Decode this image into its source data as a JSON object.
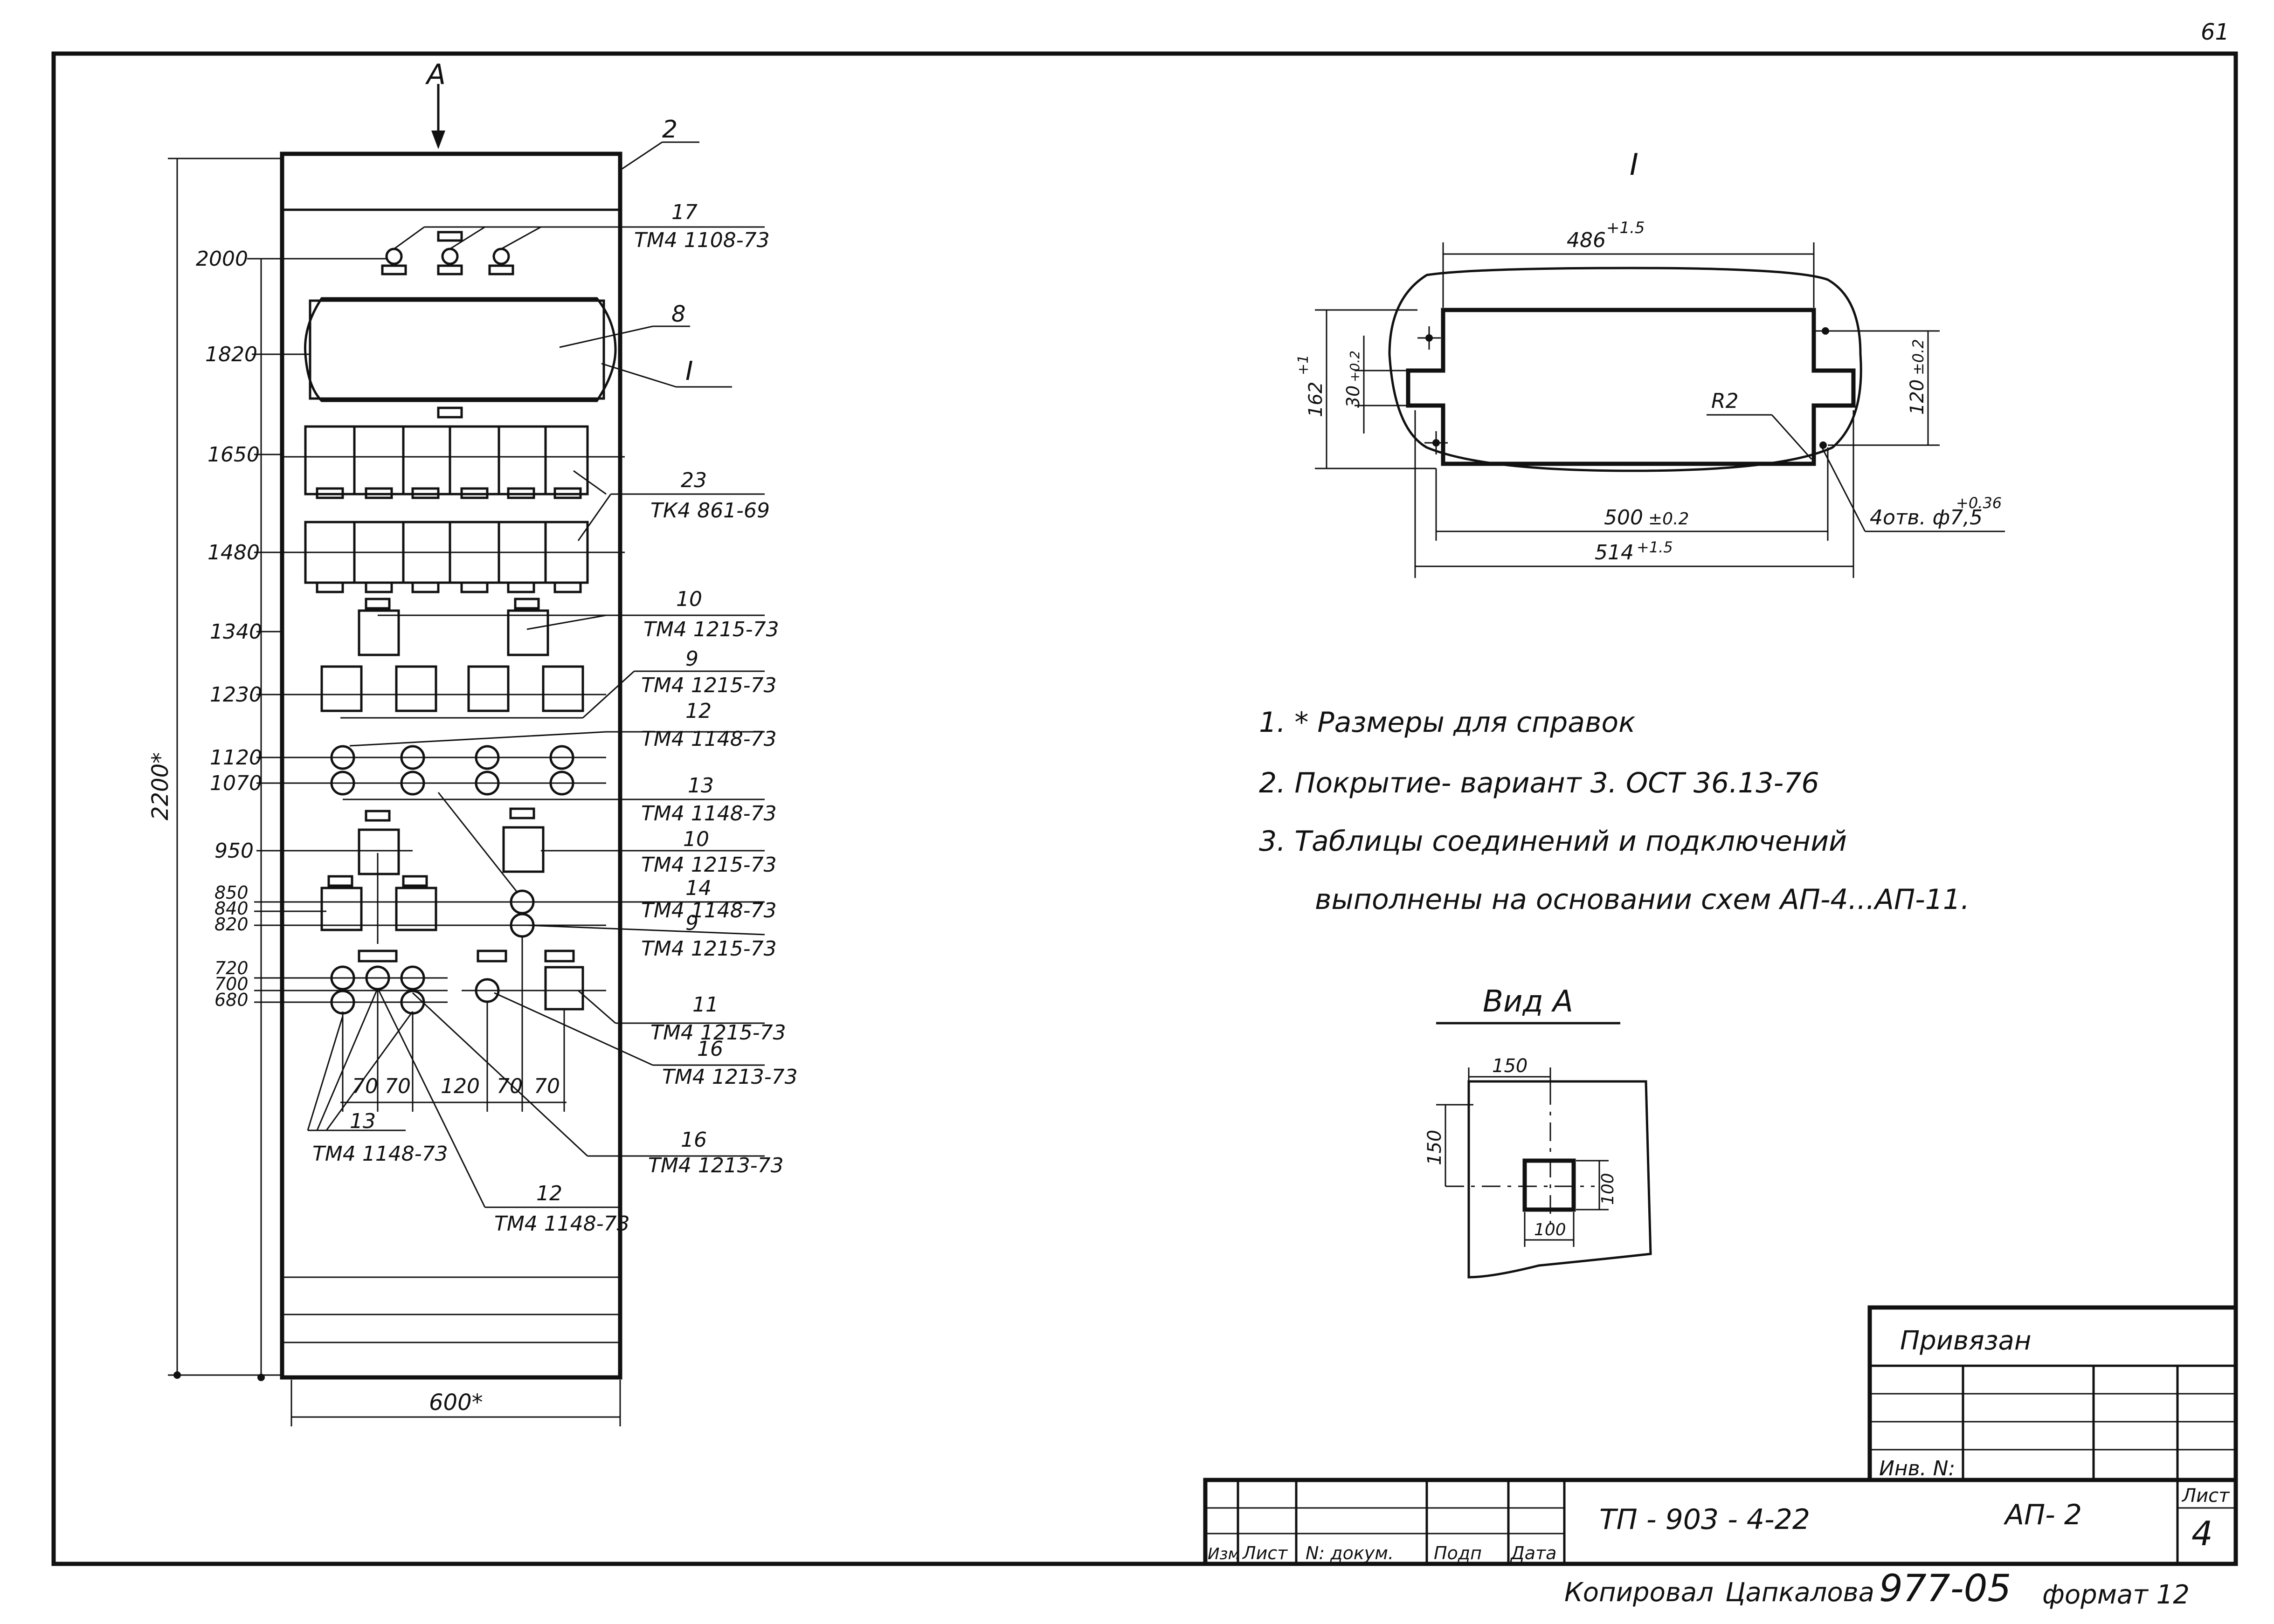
{
  "page_number": "61",
  "panel": {
    "view_arrow_label": "А",
    "callouts": {
      "c2": "2",
      "c17_top": "17",
      "c17_top_code": "ТМ4 1108-73",
      "c8": "8",
      "cI": "I",
      "c23": "23",
      "c23_code": "ТК4 861-69",
      "c10a": "10",
      "c10a_code": "ТМ4 1215-73",
      "c9a": "9",
      "c9a_code": "ТМ4 1215-73",
      "c12a": "12",
      "c12a_code": "ТМ4 1148-73",
      "c13a": "13",
      "c13a_code": "ТМ4 1148-73",
      "c10b": "10",
      "c10b_code": "ТМ4 1215-73",
      "c14": "14",
      "c14_code": "ТМ4 1148-73",
      "c9b": "9",
      "c9b_code": "ТМ4 1215-73",
      "c11": "11",
      "c11_code": "ТМ4 1215-73",
      "c16a": "16",
      "c16a_code": "ТМ4 1213-73",
      "c13b": "13",
      "c13b_code": "ТМ4 1148-73",
      "c16b": "16",
      "c16b_code": "ТМ4 1213-73",
      "c12b": "12",
      "c12b_code": "ТМ4 1148-73"
    },
    "level_labels": [
      "2000",
      "1820",
      "1650",
      "1480",
      "1340",
      "1230",
      "1120",
      "1070",
      "950",
      "850",
      "840",
      "820",
      "720",
      "700",
      "680"
    ],
    "height_dim": "2200*",
    "width_dim": "600*",
    "spacing_dims": [
      "70",
      "70",
      "120",
      "70",
      "70"
    ]
  },
  "detail_I": {
    "title": "I",
    "dims": {
      "top_width": "486",
      "top_width_tol": "+1.5",
      "left_height": "162",
      "left_height_tol": "+1",
      "notch": "30",
      "notch_tol": "+0.2",
      "right_height": "120",
      "right_height_tol": "±0.2",
      "inner_width": "500",
      "inner_width_tol": "±0.2",
      "outer_width": "514",
      "outer_width_tol": "+1.5",
      "radius": "R2",
      "holes": "4отв. ф7,5",
      "holes_tol": "+0.36"
    }
  },
  "notes": [
    "1. * Размеры для справок",
    "2. Покрытие- вариант 3. ОСТ 36.13-76",
    "3. Таблицы соединений и подключений",
    "выполнены на основании схем АП-4...АП-11."
  ],
  "view_A": {
    "title": "Вид А",
    "dim_top": "150",
    "dim_left": "150",
    "dim_right": "100",
    "dim_bottom": "100"
  },
  "title_block": {
    "privyazan": "Привязан",
    "inv_no": "Инв. N:",
    "col_headers": [
      "Изм",
      "Лист",
      "N: докум.",
      "Подп",
      "Дата"
    ],
    "project_code": "ТП - 903 - 4-22",
    "sheet_code": "АП- 2",
    "sheet_label": "Лист",
    "sheet_number": "4"
  },
  "footer": {
    "copied": "Копировал",
    "copier_name": "Цапкалова",
    "order_no": "977-05",
    "format": "формат 12"
  }
}
